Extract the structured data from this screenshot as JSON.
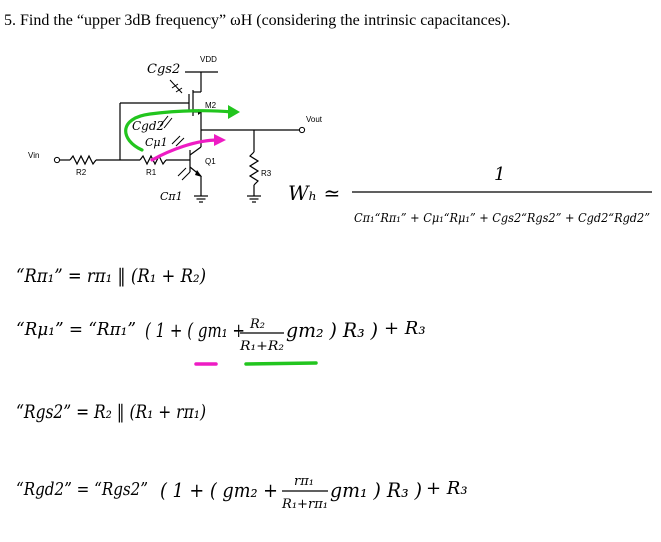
{
  "problem": {
    "title": "5. Find the “upper 3dB frequency” ωH (considering the intrinsic capacitances)."
  },
  "circuit": {
    "labels": {
      "vdd": "VDD",
      "m2": "M2",
      "q1": "Q1",
      "vin": "Vin",
      "vout": "Vout",
      "r1": "R1",
      "r2": "R2",
      "r3": "R3"
    },
    "annotations": {
      "cgs2": "Cgs2",
      "cgd2": "Cgd2",
      "cmu1": "Cμ1",
      "cpi1": "Cπ1"
    },
    "colors": {
      "green_arrow": "#22c51e",
      "magenta_arrow": "#ee1cc4",
      "ink": "#000000"
    }
  },
  "equations": {
    "omega_lhs": "Wₕ ≃",
    "omega_numerator": "1",
    "omega_denominator": "Cπ₁“Rπ₁” + Cμ₁“Rμ₁” + Cgs2“Rgs2” + Cgd2“Rgd2”",
    "r_pi1": "“Rπ₁” = rπ₁ ‖ (R₁ + R₂)",
    "r_mu1_lhs": "“Rμ₁” = “Rπ₁”",
    "r_mu1_open": "( 1 + ( gm₁ +",
    "r_mu1_frac_num": "R₂",
    "r_mu1_frac_den": "R₁+R₂",
    "r_mu1_close": "gm₂ ) R₃ )",
    "r_mu1_tail": "+ R₃",
    "r_gs2": "“Rgs2” = R₂ ‖ (R₁ + rπ₁)",
    "r_gd2_lhs": "“Rgd2” = “Rgs2”",
    "r_gd2_open": "( 1 + ( gm₂ +",
    "r_gd2_frac_num": "rπ₁",
    "r_gd2_frac_den": "R₁+rπ₁",
    "r_gd2_close": "gm₁ ) R₃ )",
    "r_gd2_tail": "+ R₃",
    "underline_colors": {
      "gm1": "#ee1cc4",
      "gm2_term": "#22c51e"
    }
  }
}
